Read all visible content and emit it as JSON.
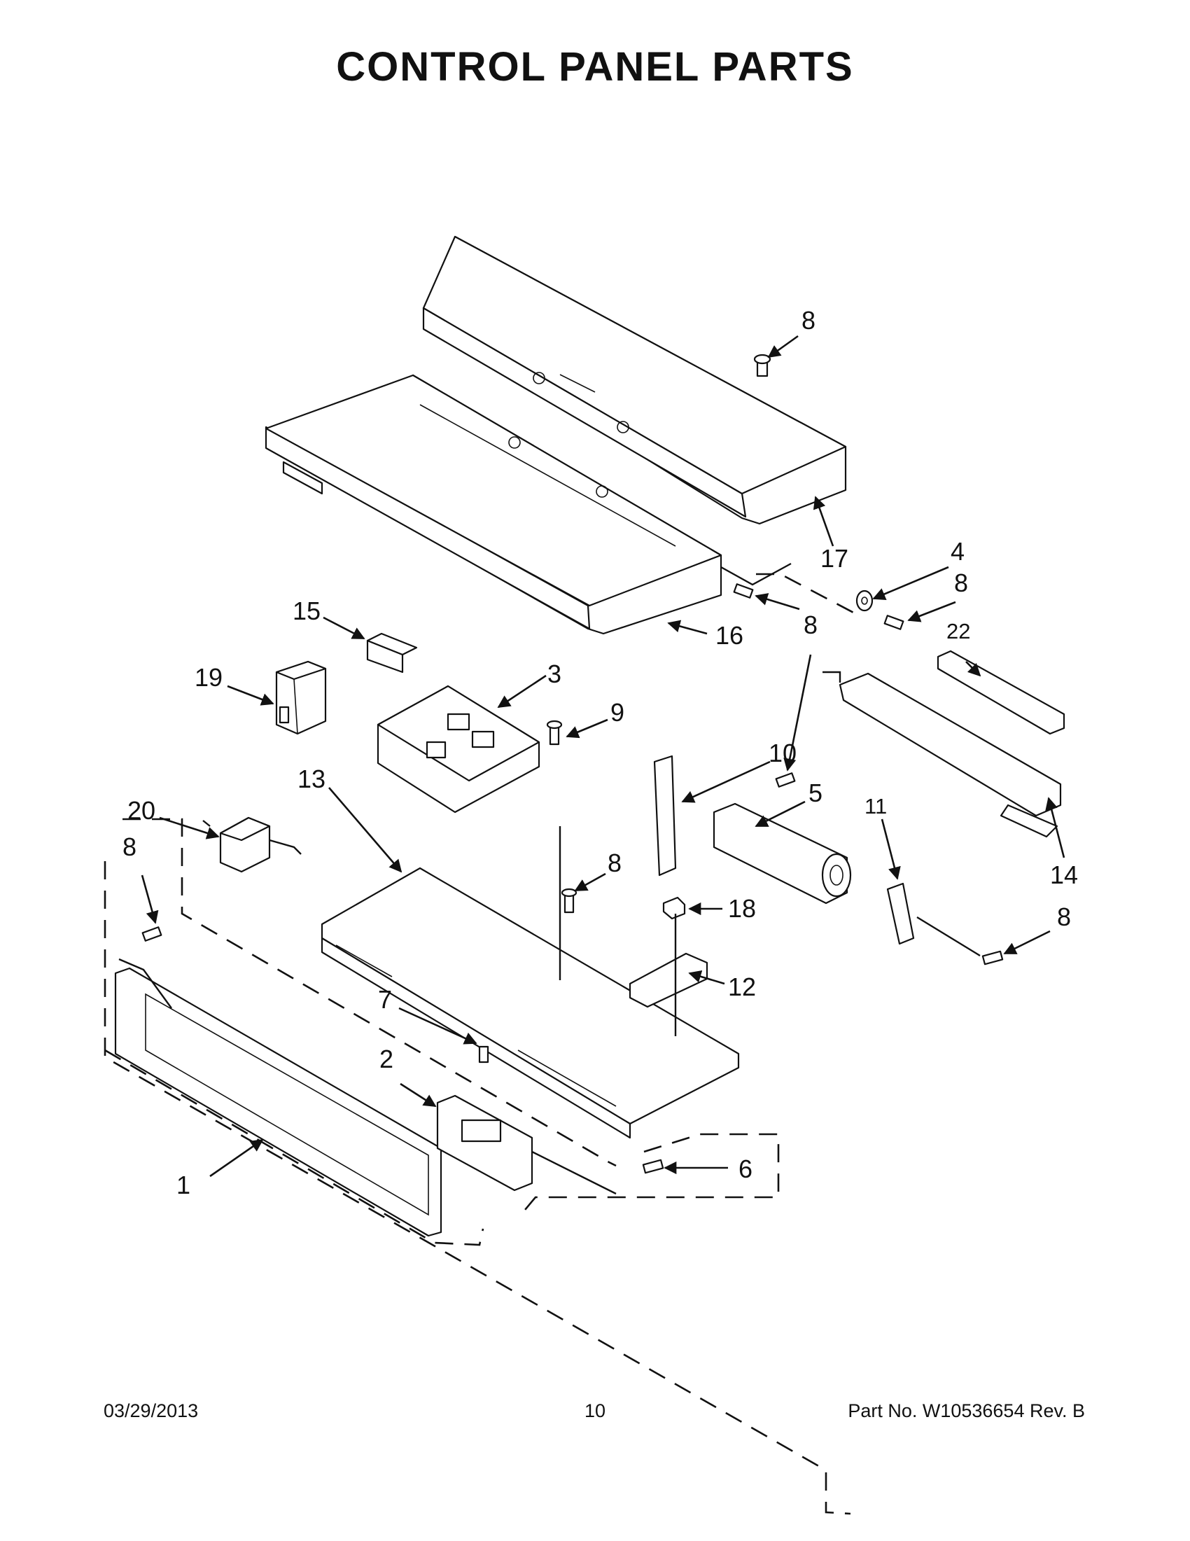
{
  "page": {
    "title": "CONTROL PANEL PARTS",
    "footer": {
      "date": "03/29/2013",
      "page_number": "10",
      "part_number": "Part No.  W10536654  Rev.  B"
    }
  },
  "callouts": [
    {
      "id": "c8a",
      "label": "8"
    },
    {
      "id": "c17",
      "label": "17"
    },
    {
      "id": "c4",
      "label": "4"
    },
    {
      "id": "c8b",
      "label": "8"
    },
    {
      "id": "c15",
      "label": "15"
    },
    {
      "id": "c16",
      "label": "16"
    },
    {
      "id": "c8c",
      "label": "8"
    },
    {
      "id": "c22",
      "label": "22"
    },
    {
      "id": "c19",
      "label": "19"
    },
    {
      "id": "c3",
      "label": "3"
    },
    {
      "id": "c9",
      "label": "9"
    },
    {
      "id": "c10",
      "label": "10"
    },
    {
      "id": "c5",
      "label": "5"
    },
    {
      "id": "c20",
      "label": "20"
    },
    {
      "id": "c13",
      "label": "13"
    },
    {
      "id": "c11",
      "label": "11"
    },
    {
      "id": "c8d",
      "label": "8"
    },
    {
      "id": "c8e",
      "label": "8"
    },
    {
      "id": "c14",
      "label": "14"
    },
    {
      "id": "c18",
      "label": "18"
    },
    {
      "id": "c8f",
      "label": "8"
    },
    {
      "id": "c12",
      "label": "12"
    },
    {
      "id": "c7",
      "label": "7"
    },
    {
      "id": "c2",
      "label": "2"
    },
    {
      "id": "c6",
      "label": "6"
    },
    {
      "id": "c1",
      "label": "1"
    }
  ]
}
